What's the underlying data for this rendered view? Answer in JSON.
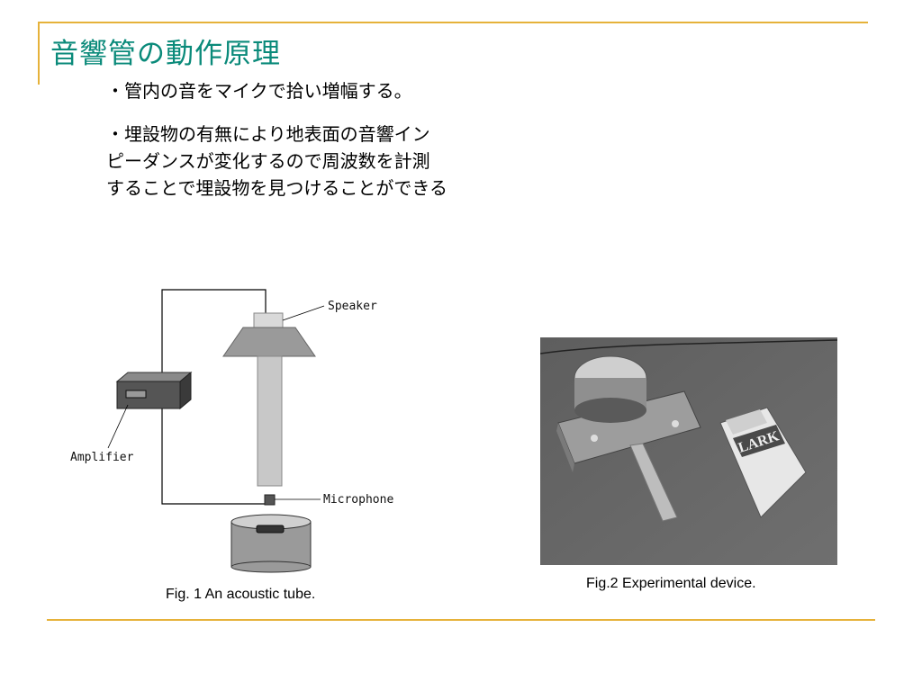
{
  "slide": {
    "title": "音響管の動作原理",
    "bullets": [
      "・管内の音をマイクで拾い増幅する。",
      [
        "・埋設物の有無により地表面の音響イン",
        "ピーダンスが変化するので周波数を計測",
        "することで埋設物を見つけることができる"
      ]
    ]
  },
  "figure1": {
    "labels": {
      "speaker": "Speaker",
      "amplifier": "Amplifier",
      "microphone": "Microphone"
    },
    "caption": "Fig. 1 An acoustic tube."
  },
  "figure2": {
    "package_text": "LARK",
    "caption": "Fig.2 Experimental device."
  },
  "colors": {
    "title": "#0a8a7a",
    "rule": "#e6b23a"
  }
}
